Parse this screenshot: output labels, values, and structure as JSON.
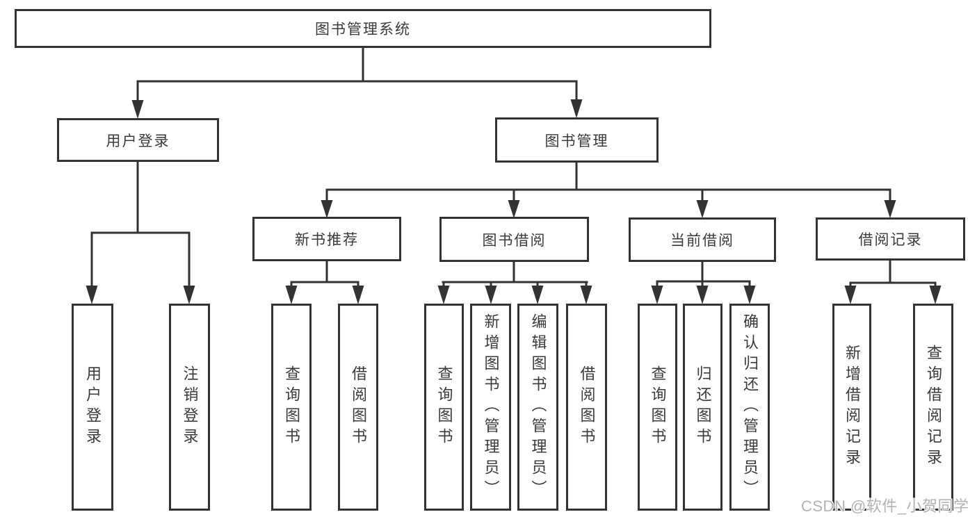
{
  "diagram": {
    "root": {
      "label": "图书管理系统"
    },
    "branches": [
      {
        "label": "用户登录",
        "children": [
          {
            "label": "用户登录"
          },
          {
            "label": "注销登录"
          }
        ]
      },
      {
        "label": "图书管理",
        "children": [
          {
            "label": "新书推荐",
            "children": [
              {
                "label": "查询图书"
              },
              {
                "label": "借阅图书"
              }
            ]
          },
          {
            "label": "图书借阅",
            "children": [
              {
                "label": "查询图书"
              },
              {
                "label": "新增图书（管理员）"
              },
              {
                "label": "编辑图书（管理员）"
              },
              {
                "label": "借阅图书"
              }
            ]
          },
          {
            "label": "当前借阅",
            "children": [
              {
                "label": "查询图书"
              },
              {
                "label": "归还图书"
              },
              {
                "label": "确认归还（管理员）"
              }
            ]
          },
          {
            "label": "借阅记录",
            "children": [
              {
                "label": "新增借阅记录"
              },
              {
                "label": "查询借阅记录"
              }
            ]
          }
        ]
      }
    ],
    "watermark": {
      "text": "CSDN @软件_小贺同学"
    },
    "colors": {
      "line": "#333333",
      "text": "#3a3a3a",
      "box_background": "#ffffff",
      "watermark": "#b2b2b2"
    }
  }
}
